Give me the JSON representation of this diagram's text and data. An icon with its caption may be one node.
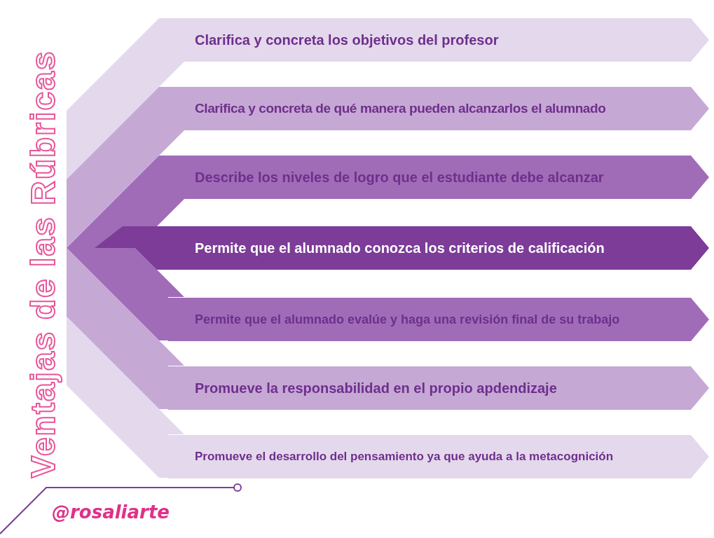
{
  "diagram": {
    "title": "Ventajas de las Rúbricas",
    "nodes": [
      {
        "text": [
          "Clarifica y concreta los objetivos del profesor"
        ]
      },
      {
        "text": [
          "Clarifica y concreta de qué manera pueden alcanzarlos el alumnado"
        ]
      },
      {
        "text": [
          "Describe los niveles de logro que el estudiante debe alcanzar"
        ]
      },
      {
        "text": [
          "Permite que el alumnado conozca los criterios de calificación"
        ]
      },
      {
        "text": [
          "Permite que el alumnado evalúe y haga una revisión final de su trabajo"
        ]
      },
      {
        "text": [
          "Promueve la responsabilidad en el propio apdendizaje"
        ]
      },
      {
        "text": [
          "Promueve el desarrollo del pensamiento ya que ayuda a la metacognición"
        ]
      }
    ],
    "labels": [
      "@rosaliarte"
    ]
  }
}
